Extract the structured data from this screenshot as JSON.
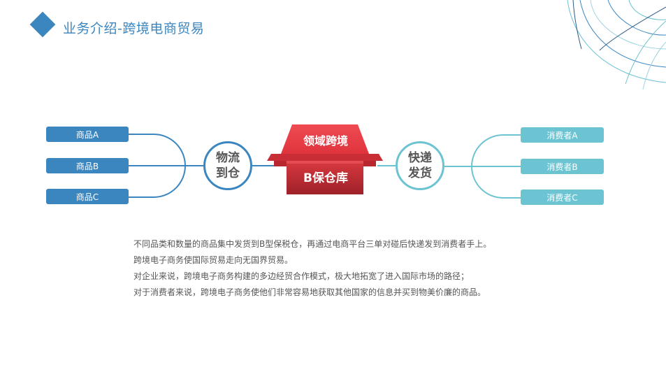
{
  "header": {
    "title": "业务介绍-跨境电商贸易"
  },
  "diagram": {
    "goods": [
      "商品A",
      "商品B",
      "商品C"
    ],
    "consumers": [
      "消费者A",
      "消费者B",
      "消费者C"
    ],
    "left_node": {
      "line1": "物流",
      "line2": "到仓"
    },
    "right_node": {
      "line1": "快递",
      "line2": "发货"
    },
    "center": {
      "top": "领域跨境",
      "bottom": "B保仓库"
    },
    "colors": {
      "blue": "#3c86c0",
      "teal": "#6cc3d2",
      "red": "#e8404a",
      "dark_red": "#a7282f"
    }
  },
  "description": [
    "不同品类和数量的商品集中发货到B型保税仓，再通过电商平台三单对碰后快递发到消费者手上。",
    "跨境电子商务使国际贸易走向无国界贸易。",
    "对企业来说，跨境电子商务构建的多边经贸合作模式，极大地拓宽了进入国际市场的路径；",
    "对于消费者来说，跨境电子商务使他们非常容易地获取其他国家的信息并买到物美价廉的商品。"
  ]
}
